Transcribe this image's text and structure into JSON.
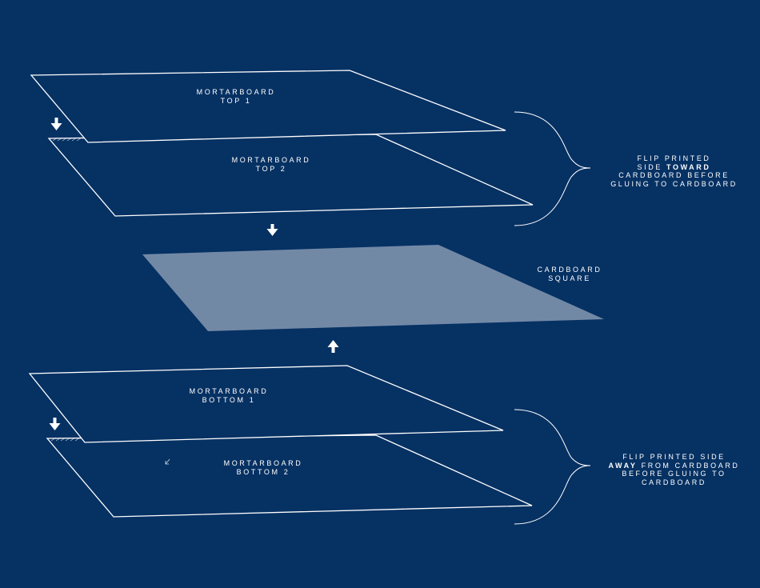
{
  "colors": {
    "background": "#063163",
    "outline": "#ffffff",
    "cardboard_fill": "#7289a6"
  },
  "sheets": {
    "top1": {
      "line1": "MORTARBOARD",
      "line2": "TOP 1"
    },
    "top2": {
      "line1": "MORTARBOARD",
      "line2": "TOP 2"
    },
    "cardboard": {
      "line1": "CARDBOARD",
      "line2": "SQUARE"
    },
    "bottom1": {
      "line1": "MORTARBOARD",
      "line2": "BOTTOM 1"
    },
    "bottom2": {
      "line1": "MORTARBOARD",
      "line2": "BOTTOM 2"
    }
  },
  "notes": {
    "top": {
      "line1": "FLIP PRINTED",
      "line2_pre": "SIDE ",
      "line2_bold": "TOWARD",
      "line3": "CARDBOARD BEFORE",
      "line4": "GLUING TO CARDBOARD"
    },
    "bottom": {
      "line1": "FLIP PRINTED SIDE",
      "line2_bold": "AWAY",
      "line2_post": " FROM CARDBOARD",
      "line3": "BEFORE GLUING TO",
      "line4": "CARDBOARD"
    }
  },
  "icons": {
    "arrows_down": "arrow-down-icon",
    "arrow_up": "arrow-up-icon",
    "brace": "curly-brace-icon",
    "small_mark": "diagonal-arrow-icon"
  }
}
